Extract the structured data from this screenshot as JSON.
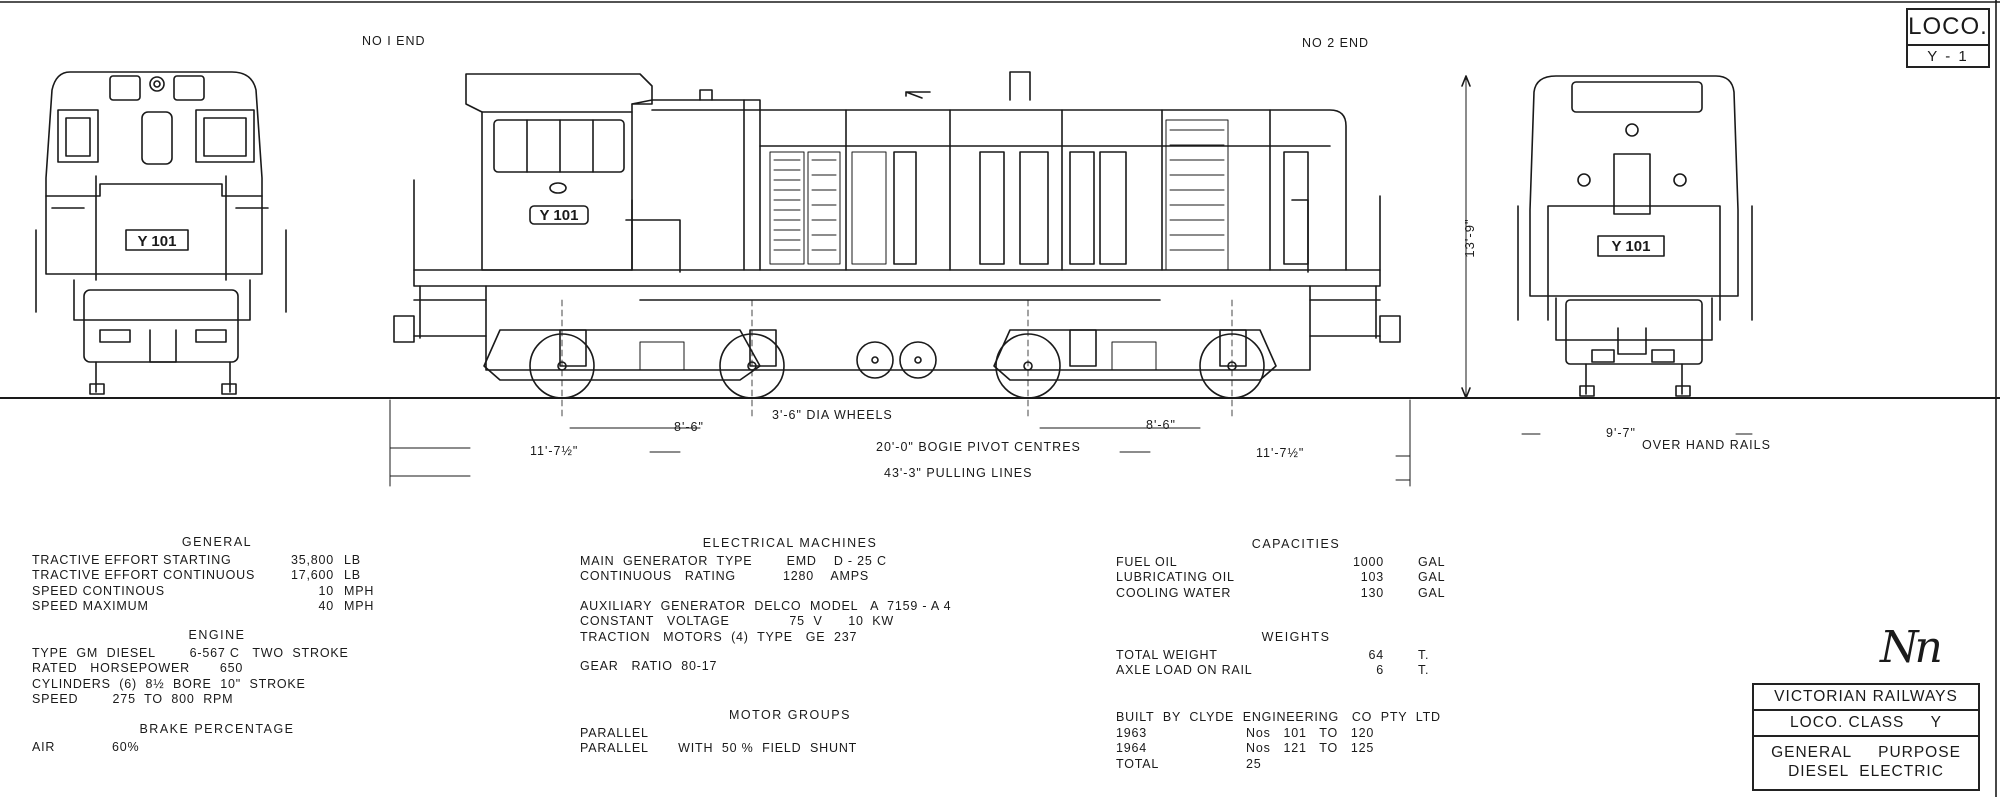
{
  "ends": {
    "no1": "NO I END",
    "no2": "NO 2 END"
  },
  "number_plate": "Y 101",
  "dimensions": {
    "wheels": "3'-6\" DIA WHEELS",
    "wheelbase_left": "8'-6\"",
    "wheelbase_right": "8'-6\"",
    "overhang_left": "11'-7½\"",
    "overhang_right": "11'-7½\"",
    "bogie_pivot": "20'-0\" BOGIE PIVOT CENTRES",
    "pulling_lines": "43'-3\" PULLING LINES",
    "height": "13'-9\"",
    "width_value": "9'-7\"",
    "width_note": "OVER HAND RAILS"
  },
  "general": {
    "heading": "GENERAL",
    "rows": [
      {
        "label": "TRACTIVE  EFFORT  STARTING",
        "value": "35,800",
        "unit": "LB"
      },
      {
        "label": "TRACTIVE  EFFORT  CONTINUOUS",
        "value": "17,600",
        "unit": "LB"
      },
      {
        "label": "SPEED  CONTINOUS",
        "value": "10",
        "unit": "MPH"
      },
      {
        "label": "SPEED   MAXIMUM",
        "value": "40",
        "unit": "MPH"
      }
    ]
  },
  "engine": {
    "heading": "ENGINE",
    "lines": [
      "TYPE  GM  DIESEL        6-567 C   TWO  STROKE",
      "RATED   HORSEPOWER       650",
      "CYLINDERS  (6)  8½  BORE  10\"  STROKE",
      "SPEED        275  TO  800  RPM"
    ]
  },
  "brake": {
    "heading": "BRAKE    PERCENTAGE",
    "label": "AIR",
    "value": "60%"
  },
  "electrical": {
    "heading": "ELECTRICAL   MACHINES",
    "lines": [
      "MAIN  GENERATOR  TYPE        EMD    D - 25 C",
      "CONTINUOUS   RATING           1280    AMPS",
      "AUXILIARY  GENERATOR  DELCO  MODEL   A  7159 - A 4",
      "CONSTANT   VOLTAGE              75  V      10  KW",
      "TRACTION   MOTORS  (4)  TYPE   GE  237",
      "GEAR   RATIO  80-17"
    ]
  },
  "motor_groups": {
    "heading": "MOTOR   GROUPS",
    "lines": [
      "PARALLEL",
      "PARALLEL       WITH  50 %  FIELD  SHUNT"
    ]
  },
  "capacities": {
    "heading": "CAPACITIES",
    "rows": [
      {
        "label": "FUEL   OIL",
        "value": "1000",
        "unit": "GAL"
      },
      {
        "label": "LUBRICATING    OIL",
        "value": "103",
        "unit": "GAL"
      },
      {
        "label": "COOLING    WATER",
        "value": "130",
        "unit": "GAL"
      }
    ]
  },
  "weights": {
    "heading": "WEIGHTS",
    "rows": [
      {
        "label": "TOTAL  WEIGHT",
        "value": "64",
        "unit": "T."
      },
      {
        "label": "AXLE   LOAD    ON    RAIL",
        "value": "6",
        "unit": "T."
      }
    ]
  },
  "built": {
    "heading": "BUILT  BY  CLYDE  ENGINEERING   CO  PTY  LTD",
    "rows": [
      {
        "year": "1963",
        "nos": "Nos   101   TO   120"
      },
      {
        "year": "1964",
        "nos": "Nos   121   TO   125"
      },
      {
        "year": "TOTAL",
        "nos": "25"
      }
    ]
  },
  "loco_box": {
    "top": "LOCO.",
    "bottom": "Y - 1"
  },
  "title_block": {
    "line1": "VICTORIAN RAILWAYS",
    "line2": "LOCO. CLASS     Y",
    "line3": "GENERAL     PURPOSE",
    "line4": "DIESEL  ELECTRIC"
  },
  "signature": "Nn",
  "colors": {
    "ink": "#1a1a1a",
    "paper": "#ffffff"
  }
}
